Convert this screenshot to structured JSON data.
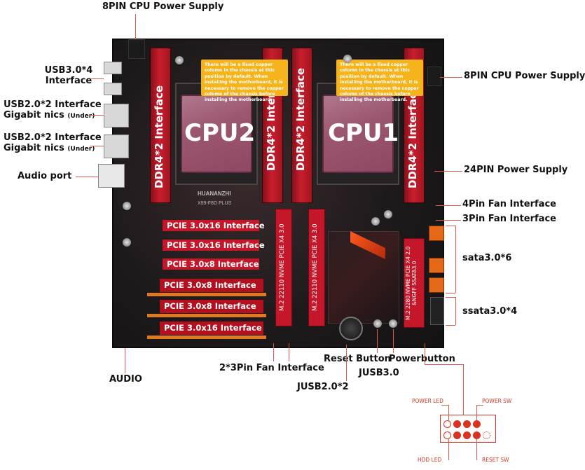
{
  "board": {
    "model": "X99-F8D PLUS",
    "brand": "HUANANZHI",
    "cpu1": "CPU1",
    "cpu2": "CPU2",
    "dimm_label": "DDR4*2 Interface",
    "notice": "There will be a fixed copper column in the chassis at this position by default. When installing the motherboard, it is necessary to remove the copper column of the chassis before installing the motherboard.",
    "pcie_slots": [
      "PCIE 3.0x16 Interface",
      "PCIE 3.0x16 Interface",
      "PCIE 3.0x8 Interface",
      "PCIE 3.0x8 Interface",
      "PCIE 3.0x8 Interface",
      "PCIE 3.0x16 Interface"
    ],
    "m2_slots": [
      "M.2 22110 NVME PCIE X4 3.0",
      "M.2 22110 NVME PCIE X4 3.0",
      "M.2 2280 NVME PCIE X4 2.0 &NGFF SSATA3.0"
    ]
  },
  "callouts": {
    "cpu_power_top": "8PIN CPU Power Supply",
    "cpu_power_right": "8PIN CPU Power Supply",
    "usb3": "USB3.0*4 Interface",
    "usb2_a": "USB2.0*2 Interface",
    "gigabit_a": "Gigabit nics",
    "under_a": "(Under)",
    "usb2_b": "USB2.0*2 Interface",
    "gigabit_b": "Gigabit nics",
    "under_b": "(Under)",
    "audio_port": "Audio port",
    "power_24pin": "24PIN Power Supply",
    "fan_4pin": "4Pin Fan Interface",
    "fan_3pin": "3Pin Fan Interface",
    "sata": "sata3.0*6",
    "ssata": "ssata3.0*4",
    "audio": "AUDIO",
    "fan_2x3pin": "2*3Pin Fan Interface",
    "reset_button": "Reset Button",
    "power_button": "Powerbutton",
    "jusb3": "JUSB3.0",
    "jusb2": "JUSB2.0*2"
  },
  "front_panel": {
    "power_led": "POWER LED",
    "power_sw": "POWER SW",
    "hdd_led": "HDD LED",
    "reset_sw": "RESET SW"
  },
  "colors": {
    "accent_red": "#c4182a",
    "sata_orange": "#e46a1a",
    "notice_yellow": "#f5b41c",
    "cpu_pink": "#9c5770",
    "leader_line": "#e05a4a"
  }
}
